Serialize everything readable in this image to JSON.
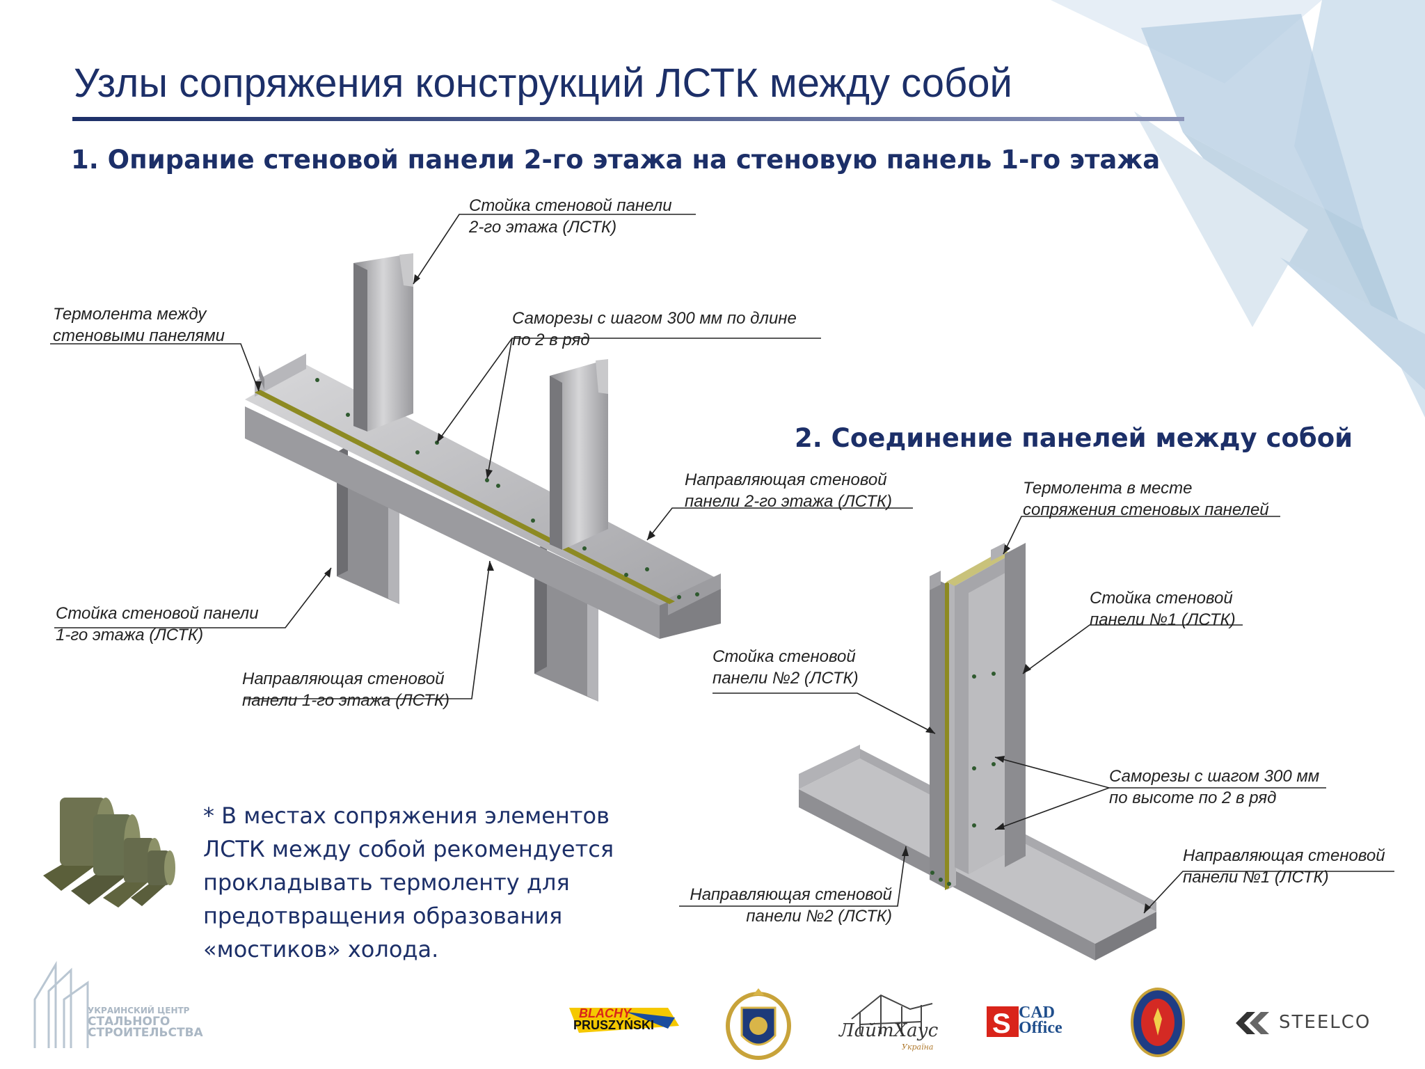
{
  "title": "Узлы сопряжения конструкций ЛСТК между собой",
  "section1": "1. Опирание стеновой панели 2-го этажа на стеновую панель 1-го этажа",
  "section2": "2. Соединение панелей между собой",
  "labels1": {
    "stud2": [
      "Стойка стеновой панели",
      "2-го этажа (ЛСТК)"
    ],
    "thermo": [
      "Термолента между",
      "стеновыми панелями"
    ],
    "screws": [
      "Саморезы с шагом 300 мм по длине",
      "по 2 в ряд"
    ],
    "track2": [
      "Направляющая стеновой",
      "панели 2-го этажа (ЛСТК)"
    ],
    "stud1": [
      "Стойка стеновой панели",
      "1-го этажа (ЛСТК)"
    ],
    "track1": [
      "Направляющая стеновой",
      "панели 1-го этажа (ЛСТК)"
    ]
  },
  "labels2": {
    "thermo": [
      "Термолента в месте",
      "сопряжения стеновых панелей"
    ],
    "studN1": [
      "Стойка стеновой",
      "панели №1 (ЛСТК)"
    ],
    "studN2": [
      "Стойка стеновой",
      "панели №2 (ЛСТК)"
    ],
    "screws": [
      "Саморезы с шагом 300 мм",
      "по высоте по 2 в ряд"
    ],
    "trackN1": [
      "Направляющая стеновой",
      "панели №1 (ЛСТК)"
    ],
    "trackN2": [
      "Направляющая стеновой",
      "панели №2 (ЛСТК)"
    ]
  },
  "note": [
    "* В местах сопряжения элементов",
    "ЛСТК между собой рекомендуется",
    "прокладывать термоленту  для",
    "предотвращения образования",
    "«мостиков» холода."
  ],
  "footer_logo": [
    "УКРАИНСКИЙ ЦЕНТР",
    "СТАЛЬНОГО",
    "СТРОИТЕЛЬСТВА"
  ],
  "partners": {
    "blachy_top": "BLACHY",
    "blachy_bottom": "PRUSZYŃSKI",
    "laithaus": "ЛайтХаус",
    "laithaus_sub": "Україна",
    "cad_top": "CAD",
    "cad_bottom": "Office",
    "steelco": "STEELCO"
  },
  "colors": {
    "title": "#1c2f68",
    "steel_light": "#c9c9cb",
    "steel_mid": "#a7a7aa",
    "steel_dark": "#7d7d81",
    "thermo_tape": "#8d8a22",
    "deco_blue": "#cfe0ee"
  }
}
